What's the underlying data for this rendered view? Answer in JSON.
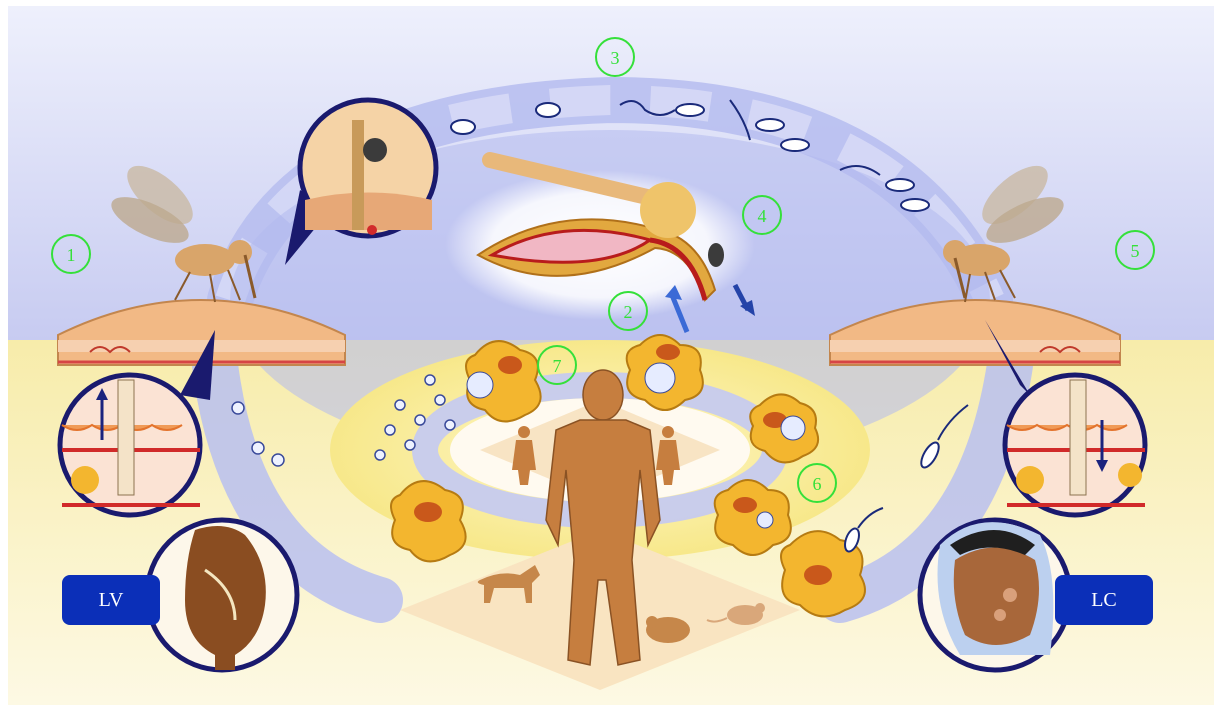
{
  "steps": [
    {
      "label": "1"
    },
    {
      "label": "2"
    },
    {
      "label": "3"
    },
    {
      "label": "4"
    },
    {
      "label": "5"
    },
    {
      "label": "6"
    },
    {
      "label": "7"
    }
  ],
  "tags": {
    "left": "LV",
    "right": "LC"
  },
  "colors": {
    "sky": "#c9cdf2",
    "ground": "#fbf3bd",
    "cycle_arrow": "#b7bff0",
    "step_ring": "#35e03a",
    "tag_fill": "#0b2fb8",
    "skin": "#f2bc86",
    "macrophage": "#f3b62f",
    "human": "#c67e3f"
  },
  "icons": [
    "sandfly-icon",
    "skin-section-icon",
    "macrophage-icon",
    "human-figure-icon",
    "dog-icon",
    "rodent-icon",
    "magnifier-circle-icon"
  ]
}
